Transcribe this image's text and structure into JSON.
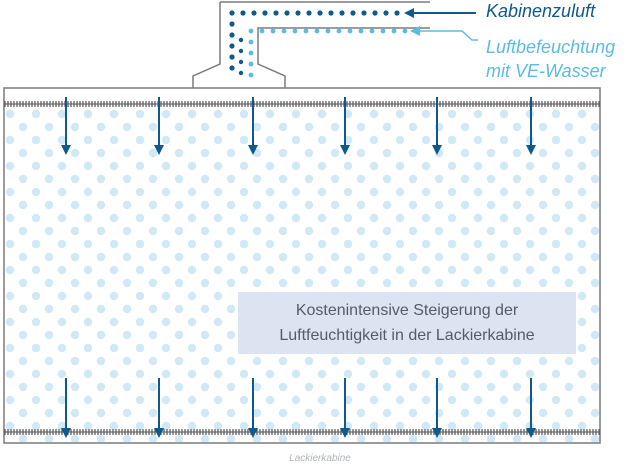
{
  "colors": {
    "supply": "#0f5a8c",
    "humidification": "#5bbbe3",
    "dot_fill": "#cfe9f7",
    "outline": "#7b7b7b",
    "grille": "#555555",
    "info_box_bg": "#dbe4f0",
    "info_text": "#555c66",
    "caption": "#b0b4b8"
  },
  "legend": {
    "supply_air": "Kabinenzuluft",
    "humidification_line1": "Luftbefeuchtung",
    "humidification_line2": "mit VE-Wasser"
  },
  "info_box": {
    "line1": "Kostenintensive Steigerung der",
    "line2": "Luftfeuchtigkeit in der Lackierkabine"
  },
  "cabin_caption": "Lackierkabine",
  "icons": {
    "airflow_arrow": "downward-arrow-icon",
    "ceiling_filter": "grille",
    "floor_grate": "grille"
  }
}
